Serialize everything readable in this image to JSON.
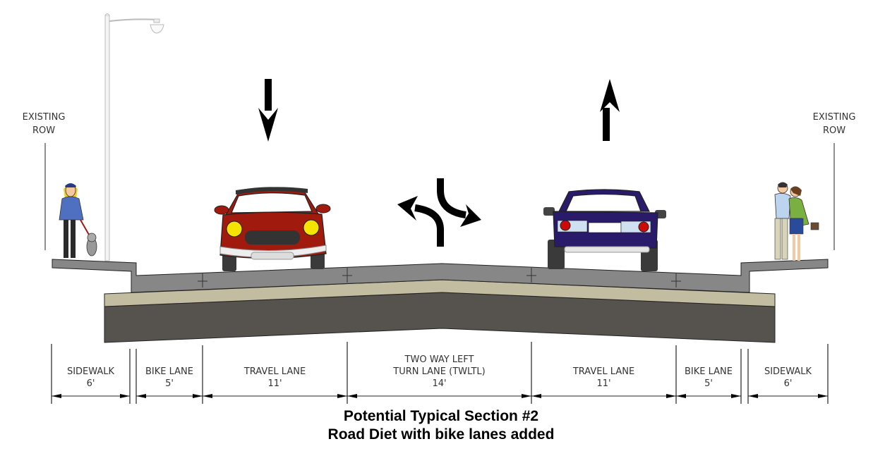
{
  "diagram": {
    "title_line1": "Potential Typical Section #2",
    "title_line2": "Road Diet with bike lanes added",
    "row_left": {
      "line1": "EXISTING",
      "line2": "ROW"
    },
    "row_right": {
      "line1": "EXISTING",
      "line2": "ROW"
    },
    "segments": [
      {
        "id": "sidewalk-left",
        "lines": [
          "SIDEWALK"
        ],
        "width": "6'"
      },
      {
        "id": "bike-lane-left",
        "lines": [
          "BIKE LANE"
        ],
        "width": "5'"
      },
      {
        "id": "travel-lane-left",
        "lines": [
          "TRAVEL LANE"
        ],
        "width": "11'"
      },
      {
        "id": "twltl",
        "lines": [
          "TWO WAY LEFT",
          "TURN LANE (TWLTL)"
        ],
        "width": "14'"
      },
      {
        "id": "travel-lane-right",
        "lines": [
          "TRAVEL LANE"
        ],
        "width": "11'"
      },
      {
        "id": "bike-lane-right",
        "lines": [
          "BIKE LANE"
        ],
        "width": "5'"
      },
      {
        "id": "sidewalk-right",
        "lines": [
          "SIDEWALK"
        ],
        "width": "6'"
      }
    ],
    "direction_arrows": [
      "down",
      "up"
    ],
    "turn_arrows": [
      "left-turn",
      "right-turn"
    ],
    "colors": {
      "concrete": "#878787",
      "base_course": "#c2bda0",
      "subgrade": "#56524d",
      "red_car": "#a01a0e",
      "blue_car": "#2a1a6a",
      "headlight": "#f5e400"
    }
  }
}
